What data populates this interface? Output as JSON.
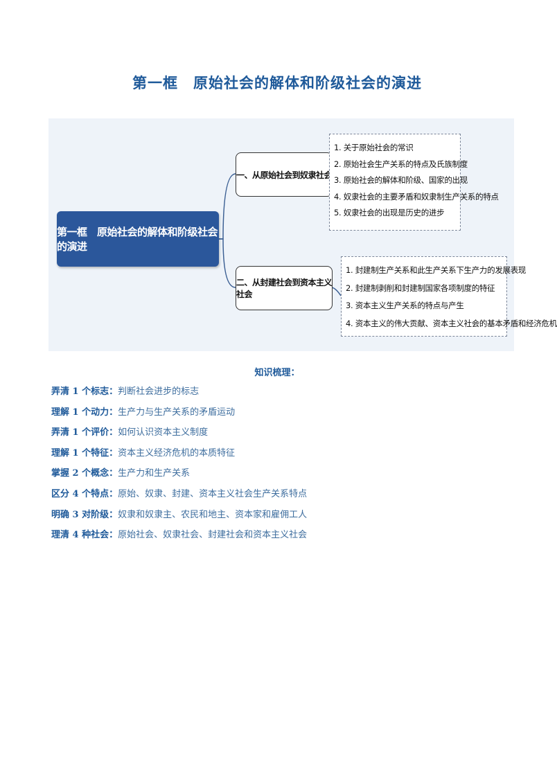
{
  "page_title": "第一框　原始社会的解体和阶级社会的演进",
  "mindmap": {
    "root": "第一框　原始社会的解体和阶级社会的演进",
    "branches": [
      {
        "label": "一、从原始社会到奴隶社会",
        "items": [
          "1. 关于原始社会的常识",
          "2. 原始社会生产关系的特点及氏族制度",
          "3. 原始社会的解体和阶级、国家的出现",
          "4. 奴隶社会的主要矛盾和奴隶制生产关系的特点",
          "5. 奴隶社会的出现是历史的进步"
        ]
      },
      {
        "label": "二、从封建社会到资本主义社会",
        "items": [
          "1. 封建制生产关系和此生产关系下生产力的发展表现",
          "2. 封建制剥削和封建制国家各项制度的特征",
          "3. 资本主义生产关系的特点与产生",
          "4. 资本主义的伟大贡献、资本主义社会的基本矛盾和经济危机"
        ]
      }
    ]
  },
  "knowledge_heading": "知识梳理：",
  "points": [
    {
      "label": "弄清 1 个标志：",
      "text": "判断社会进步的标志"
    },
    {
      "label": "理解 1 个动力：",
      "text": "生产力与生产关系的矛盾运动"
    },
    {
      "label": "弄清 1 个评价：",
      "text": "如何认识资本主义制度"
    },
    {
      "label": "理解 1 个特征：",
      "text": "资本主义经济危机的本质特征"
    },
    {
      "label": "掌握 2 个概念：",
      "text": "生产力和生产关系"
    },
    {
      "label": "区分 4 个特点：",
      "text": "原始、奴隶、封建、资本主义社会生产关系特点"
    },
    {
      "label": "明确 3 对阶级：",
      "text": "奴隶和奴隶主、农民和地主、资本家和雇佣工人"
    },
    {
      "label": "理清 4 种社会：",
      "text": "原始社会、奴隶社会、封建社会和资本主义社会"
    }
  ]
}
